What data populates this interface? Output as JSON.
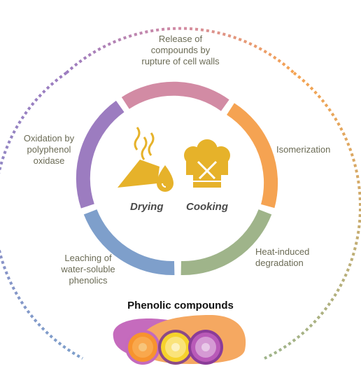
{
  "labels": {
    "rupture": [
      "Release of",
      "compounds by",
      "rupture of cell walls"
    ],
    "isomerization": [
      "Isomerization"
    ],
    "degradation": [
      "Heat-induced",
      "degradation"
    ],
    "leaching": [
      "Leaching of",
      "water-soluble",
      "phenolics"
    ],
    "oxidation": [
      "Oxidation by",
      "polyphenol",
      "oxidase"
    ]
  },
  "center": {
    "drying": "Drying",
    "cooking": "Cooking"
  },
  "bottom_title": "Phenolic compounds",
  "colors": {
    "pink": "#d28ba4",
    "orange": "#f5a352",
    "green": "#9fb48a",
    "blue": "#7e9fcb",
    "purple": "#9c7cc0",
    "icon_yellow": "#e6b22a",
    "label_text": "#6b6b55"
  },
  "icons": [
    "drying-steam-icon",
    "chef-hat-icon"
  ]
}
